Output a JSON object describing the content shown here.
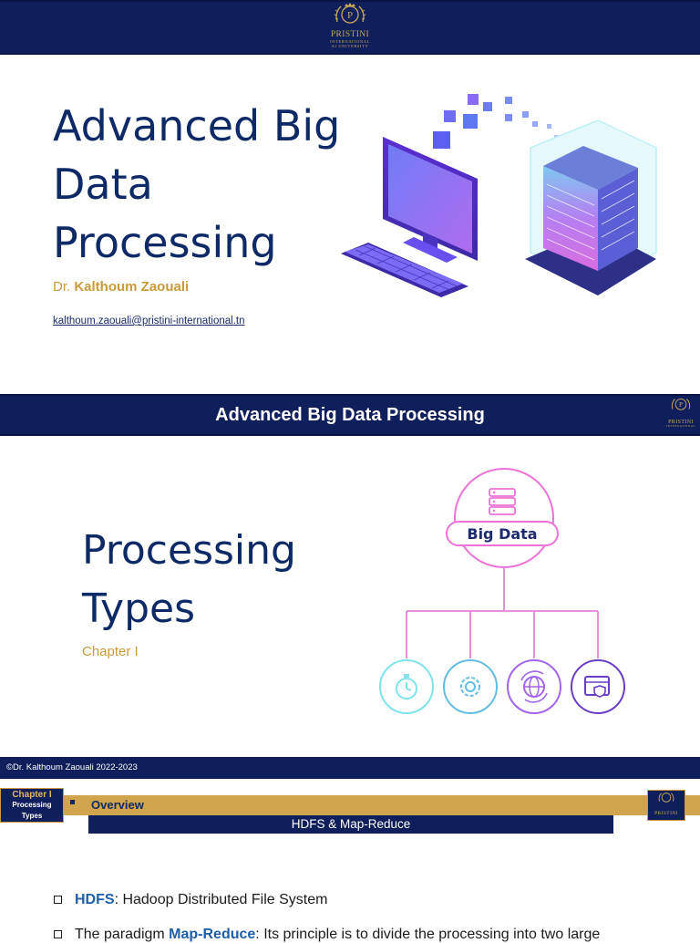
{
  "brand": {
    "logo_name": "PRISTINI",
    "logo_sub": "INTERNATIONAL",
    "logo_sub2": "AI UNIVERSITY",
    "logo_letter": "P",
    "navy": "#0e1f5c",
    "gold": "#c99a3b"
  },
  "slide1": {
    "title": "Advanced Big Data Processing",
    "author_prefix": "Dr.",
    "author_name": "Kalthoum Zaouali",
    "email": "kalthoum.zaouali@pristini-international.tn",
    "illustration": "computer-and-database-server-icon"
  },
  "slide2": {
    "header_title": "Advanced Big Data Processing",
    "title": "Processing Types",
    "subtitle": "Chapter I",
    "diagram": {
      "root_label": "Big Data",
      "root_icon": "database-icon",
      "children": [
        "stopwatch-icon",
        "gear-icon",
        "globe-sync-icon",
        "secure-window-icon"
      ]
    },
    "footer": "©Dr. Kalthoum Zaouali 2022-2023"
  },
  "slide3": {
    "chapter_line1": "Chapter I",
    "chapter_line2": "Processing",
    "chapter_line3": "Types",
    "section": "Overview",
    "subsection": "HDFS & Map-Reduce",
    "bullets": [
      {
        "keyword": "HDFS",
        "text": ": Hadoop Distributed File System"
      },
      {
        "prefix": "The paradigm ",
        "keyword": "Map-Reduce",
        "text": ": Its principle is to divide the processing into two large"
      }
    ]
  }
}
